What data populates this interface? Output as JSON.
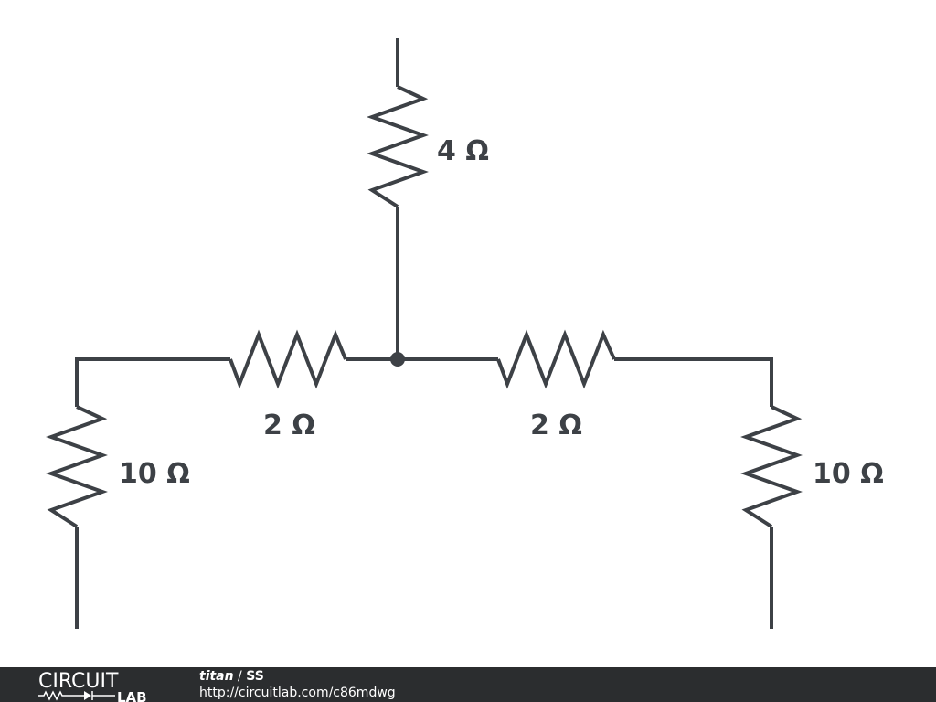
{
  "circuit": {
    "r_top": "4 Ω",
    "r_mid_left": "2 Ω",
    "r_mid_right": "2 Ω",
    "r_left": "10 Ω",
    "r_right": "10 Ω"
  },
  "footer": {
    "logo_top": "CIRCUIT",
    "logo_bottom": "LAB",
    "user": "titan",
    "separator": " / ",
    "title": "SS",
    "url": "http://circuitlab.com/c86mdwg"
  },
  "colors": {
    "wire": "#3d4146",
    "footer_bg": "#2b2d2f"
  }
}
